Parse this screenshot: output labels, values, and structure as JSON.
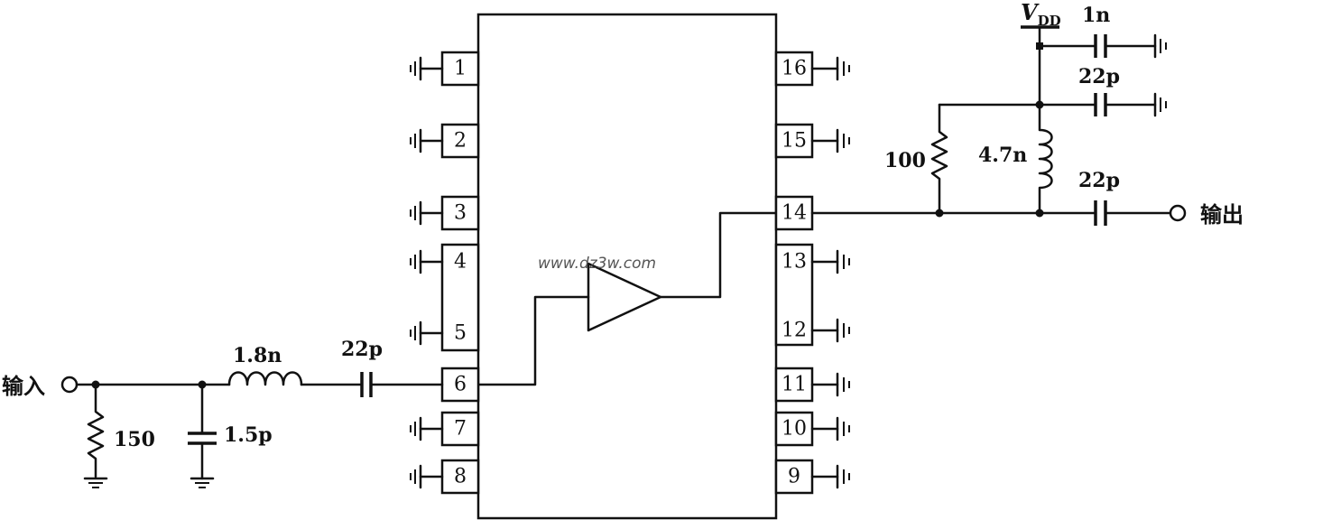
{
  "chip": {
    "left_pins": [
      "1",
      "2",
      "3",
      "4",
      "5",
      "6",
      "7",
      "8"
    ],
    "right_pins": [
      "16",
      "15",
      "14",
      "13",
      "12",
      "11",
      "10",
      "9"
    ]
  },
  "watermark": "www.dz3w.com",
  "input": {
    "label": "输入",
    "shunt_resistor": "150",
    "shunt_capacitor": "1.5p",
    "series_inductor": "1.8n",
    "coupling_capacitor": "22p"
  },
  "output": {
    "label": "输出",
    "supply_main": "V",
    "supply_sub": "DD",
    "bypass_cap_1": "1n",
    "bypass_cap_2": "22p",
    "bias_resistor": "100",
    "bias_inductor": "4.7n",
    "coupling_capacitor": "22p"
  }
}
